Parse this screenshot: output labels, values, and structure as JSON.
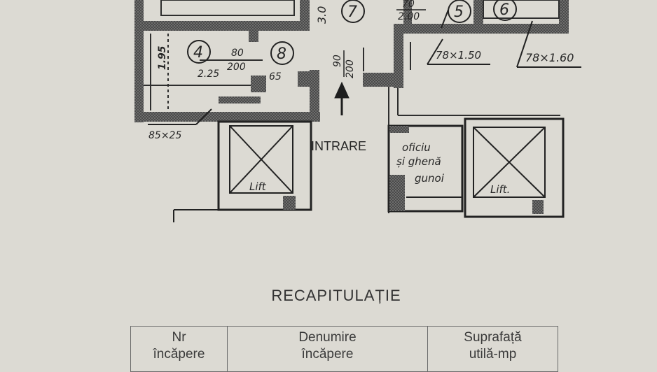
{
  "plan": {
    "room_numbers": [
      "7",
      "4",
      "8",
      "5",
      "6"
    ],
    "entrance_label": "INTRARE",
    "elevator_labels": [
      "Lift",
      "Lift."
    ],
    "oficiu_lines": [
      "oficiu",
      "și ghenă",
      "gunoi"
    ],
    "dimensions": {
      "vertical_top": "3.0",
      "top_fraction_top": "70",
      "top_fraction_bottom": "2.00",
      "room4_fraction_top": "80",
      "room4_fraction_bottom": "200",
      "room4_height": "1.95",
      "room4_width": "2.25",
      "room4_side": "65",
      "door_left": "85×25",
      "entry_door_top": "90",
      "entry_door_bottom": "200",
      "window_5": "78×1.50",
      "window_6": "78×1.60"
    }
  },
  "recap": {
    "title": "RECAPITULAȚIE",
    "headers": [
      {
        "line1": "Nr",
        "line2": "încăpere"
      },
      {
        "line1": "Denumire",
        "line2": "încăpere"
      },
      {
        "line1": "Suprafață",
        "line2": "utilă-mp"
      }
    ]
  },
  "colors": {
    "paper": "#dcdad3",
    "ink": "#2a2a2a"
  }
}
